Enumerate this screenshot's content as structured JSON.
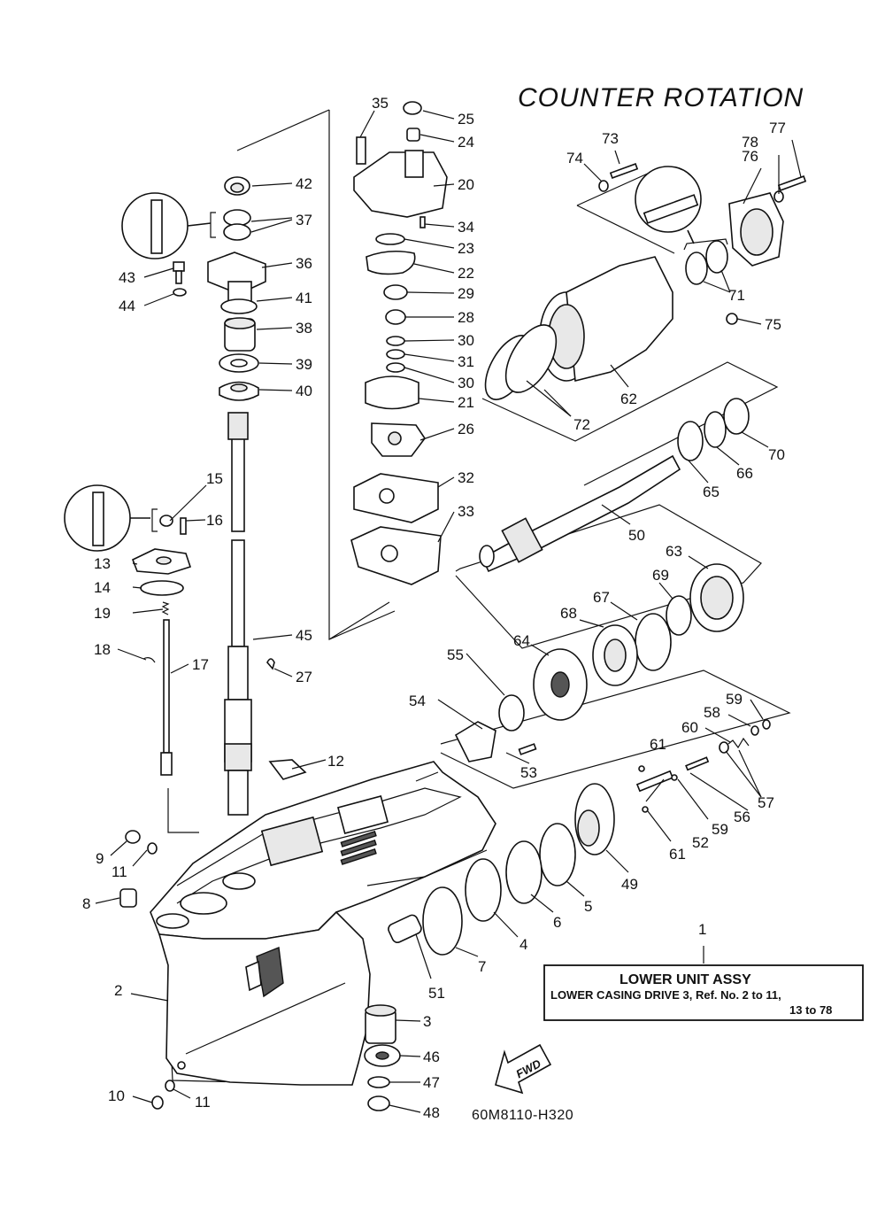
{
  "title": "COUNTER  ROTATION",
  "diagram_code": "60M8110-H320",
  "fwd_label": "FWD",
  "assembly_box": {
    "callout": "1",
    "title": "LOWER UNIT ASSY",
    "line1": "LOWER  CASING  DRIVE  3,   Ref.  No.  2  to  11,",
    "line2": "13  to  78"
  },
  "callouts": {
    "c2": "2",
    "c3": "3",
    "c4": "4",
    "c5": "5",
    "c6": "6",
    "c7": "7",
    "c8": "8",
    "c9": "9",
    "c10": "10",
    "c11a": "11",
    "c11b": "11",
    "c12": "12",
    "c13": "13",
    "c14": "14",
    "c15": "15",
    "c16": "16",
    "c17": "17",
    "c18": "18",
    "c19": "19",
    "c20": "20",
    "c21": "21",
    "c22": "22",
    "c23": "23",
    "c24": "24",
    "c25": "25",
    "c26": "26",
    "c27": "27",
    "c28": "28",
    "c29": "29",
    "c30a": "30",
    "c30b": "30",
    "c31": "31",
    "c32": "32",
    "c33": "33",
    "c34": "34",
    "c35": "35",
    "c36": "36",
    "c37": "37",
    "c38": "38",
    "c39": "39",
    "c40": "40",
    "c41": "41",
    "c42": "42",
    "c43": "43",
    "c44": "44",
    "c45": "45",
    "c46": "46",
    "c47": "47",
    "c48": "48",
    "c49": "49",
    "c50": "50",
    "c51": "51",
    "c52": "52",
    "c53": "53",
    "c54": "54",
    "c55": "55",
    "c56": "56",
    "c57": "57",
    "c58": "58",
    "c59a": "59",
    "c59b": "59",
    "c60": "60",
    "c61a": "61",
    "c61b": "61",
    "c62": "62",
    "c63": "63",
    "c64": "64",
    "c65": "65",
    "c66": "66",
    "c67": "67",
    "c68": "68",
    "c69": "69",
    "c70": "70",
    "c71": "71",
    "c72": "72",
    "c73": "73",
    "c74": "74",
    "c75": "75",
    "c76": "76",
    "c77": "77",
    "c78": "78"
  }
}
